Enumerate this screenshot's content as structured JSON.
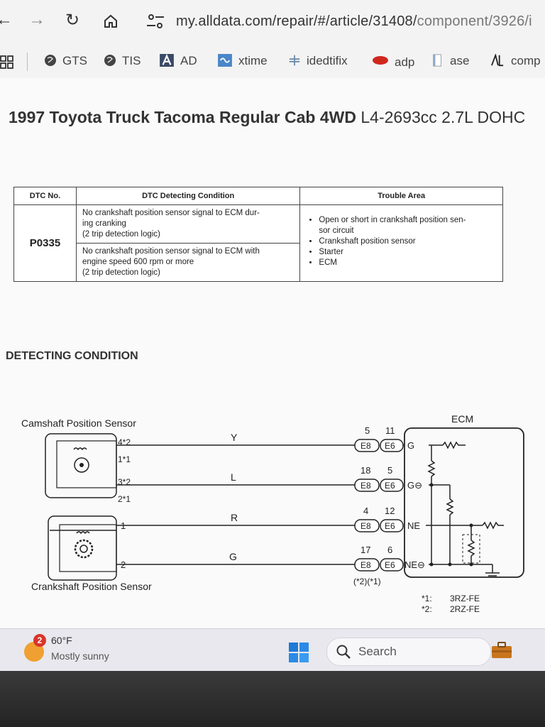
{
  "browser": {
    "url_main": "my.alldata.com/repair/#/article/31408/",
    "url_rest": "component/3926/i",
    "bookmarks": [
      {
        "label": "GTS",
        "icon": "globe-icon"
      },
      {
        "label": "TIS",
        "icon": "globe-icon"
      },
      {
        "label": "AD",
        "icon": "alldata-icon"
      },
      {
        "label": "xtime",
        "icon": "xtime-icon"
      },
      {
        "label": "idedtifix",
        "icon": "identifix-icon"
      },
      {
        "label": "adp",
        "icon": "adp-icon"
      },
      {
        "label": "ase",
        "icon": "page-icon"
      },
      {
        "label": "comp",
        "icon": "comp-icon"
      }
    ]
  },
  "page": {
    "vehicle_bold": "1997 Toyota Truck Tacoma Regular Cab 4WD",
    "vehicle_light": "L4-2693cc 2.7L DOHC",
    "table": {
      "headers": [
        "DTC No.",
        "DTC Detecting Condition",
        "Trouble Area"
      ],
      "code": "P0335",
      "conditions": [
        {
          "line1": "No crankshaft position sensor signal to ECM dur-",
          "line2": "ing cranking",
          "line3": "(2 trip detection logic)"
        },
        {
          "line1": "No crankshaft position sensor signal to ECM with",
          "line2": "engine speed 600 rpm or more",
          "line3": "(2 trip detection logic)"
        }
      ],
      "trouble_area": [
        "Open or short in crankshaft position sen-",
        "sor circuit",
        "Crankshaft position sensor",
        "Starter",
        "ECM"
      ]
    },
    "section_title": "DETECTING CONDITION",
    "diagram": {
      "cam_label": "Camshaft Position Sensor",
      "crank_label": "Crankshaft Position Sensor",
      "ecm_label": "ECM",
      "cam_pins": [
        "4*2",
        "1*1",
        "3*2",
        "2*1"
      ],
      "crank_pins": [
        "1",
        "2"
      ],
      "wire_colors": [
        "Y",
        "L",
        "R",
        "G"
      ],
      "connector_pins": [
        [
          "5",
          "11"
        ],
        [
          "18",
          "5"
        ],
        [
          "4",
          "12"
        ],
        [
          "17",
          "6"
        ]
      ],
      "connector_a": "E8",
      "connector_b": "E6",
      "ecm_pins": [
        "G",
        "G⊖",
        "NE",
        "NE⊖"
      ],
      "connector_note": "(*2)(*1)",
      "footnotes": [
        {
          "key": "*1:",
          "value": "3RZ-FE"
        },
        {
          "key": "*2:",
          "value": "2RZ-FE"
        }
      ]
    }
  },
  "taskbar": {
    "badge": "2",
    "temperature": "60°F",
    "condition": "Mostly sunny",
    "search_label": "Search"
  }
}
